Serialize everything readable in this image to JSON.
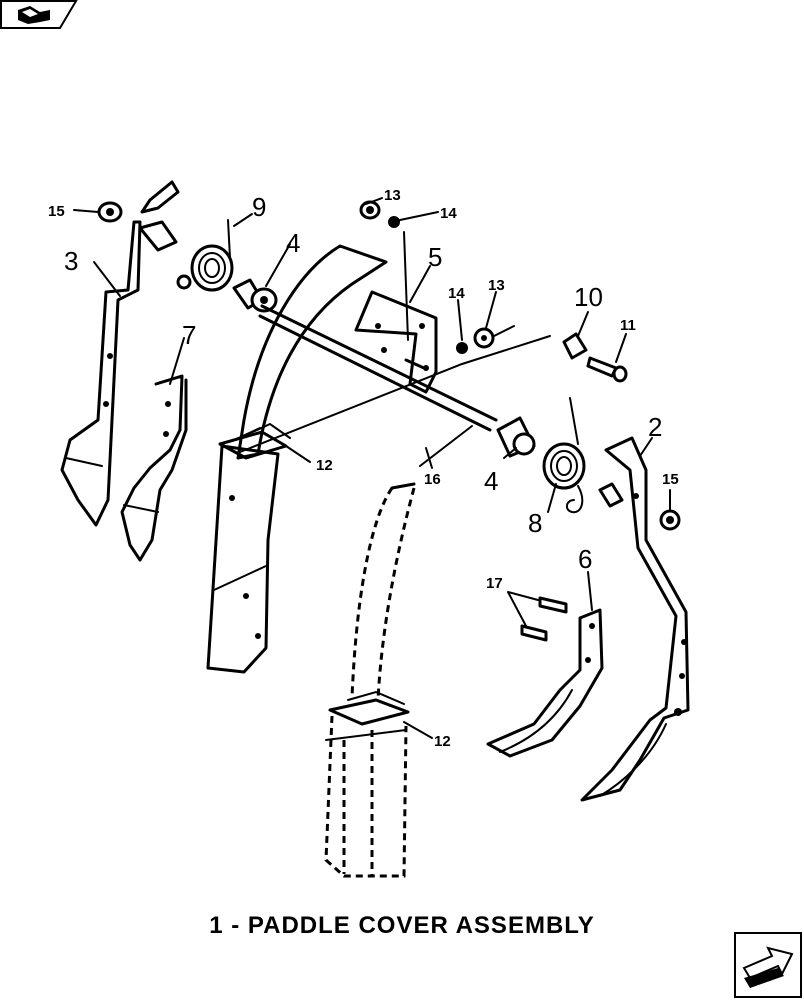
{
  "diagram": {
    "caption": "1 - PADDLE COVER ASSEMBLY",
    "callouts": [
      {
        "id": "c15a",
        "text": "15"
      },
      {
        "id": "c3",
        "text": "3"
      },
      {
        "id": "c9",
        "text": "9"
      },
      {
        "id": "c4a",
        "text": "4"
      },
      {
        "id": "c7",
        "text": "7"
      },
      {
        "id": "c13a",
        "text": "13"
      },
      {
        "id": "c14a",
        "text": "14"
      },
      {
        "id": "c5",
        "text": "5"
      },
      {
        "id": "c14b",
        "text": "14"
      },
      {
        "id": "c13b",
        "text": "13"
      },
      {
        "id": "c10",
        "text": "10"
      },
      {
        "id": "c11",
        "text": "11"
      },
      {
        "id": "c2",
        "text": "2"
      },
      {
        "id": "c12a",
        "text": "12"
      },
      {
        "id": "c16",
        "text": "16"
      },
      {
        "id": "c4b",
        "text": "4"
      },
      {
        "id": "c8",
        "text": "8"
      },
      {
        "id": "c15b",
        "text": "15"
      },
      {
        "id": "c17",
        "text": "17"
      },
      {
        "id": "c6",
        "text": "6"
      },
      {
        "id": "c12b",
        "text": "12"
      }
    ]
  },
  "icons": {
    "nav": "book-arrow-icon",
    "next": "next-page-arrow-icon"
  }
}
